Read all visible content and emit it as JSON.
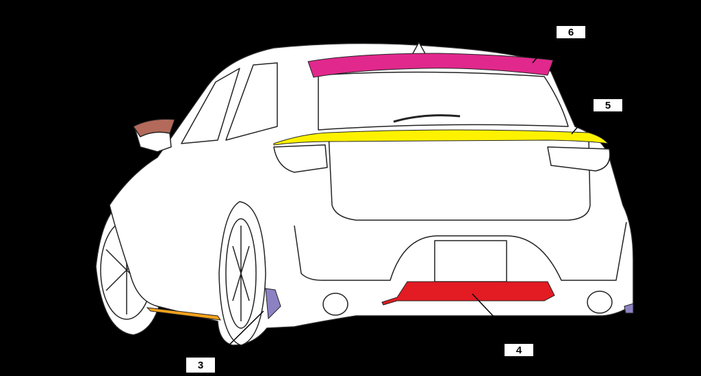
{
  "callouts": [
    {
      "id": "6",
      "part": "roof-spoiler",
      "color": "#e1288c"
    },
    {
      "id": "5",
      "part": "trunk-spoiler",
      "color": "#fff200"
    },
    {
      "id": "4",
      "part": "rear-diffuser",
      "color": "#e31b23"
    },
    {
      "id": "3",
      "part": "side-skirt-and-rear-side-spoiler",
      "color": "#f7a21b",
      "secondary_color": "#8c82c3"
    }
  ],
  "colors": {
    "background": "#000000",
    "body_fill": "#ffffff",
    "outline": "#000000",
    "mirror_cap": "#b36a5a"
  }
}
